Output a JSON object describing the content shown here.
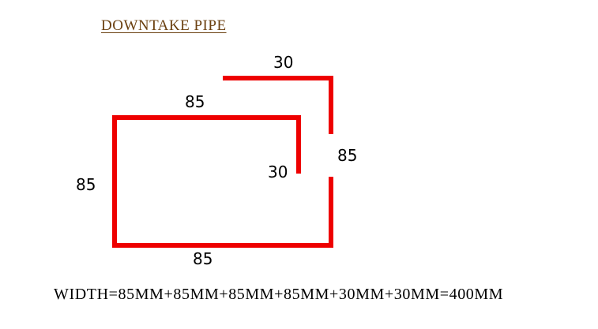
{
  "title": "DOWNTAKE  PIPE",
  "labels": {
    "top_flap": "30",
    "top_edge": "85",
    "left_edge": "85",
    "right_edge": "85",
    "inner_flap": "30",
    "bottom_edge": "85"
  },
  "formula": "WIDTH=85MM+85MM+85MM+85MM+30MM+30MM=400MM",
  "colors": {
    "title": "#6b4010",
    "shape": "#ee0000",
    "text": "#000000"
  }
}
